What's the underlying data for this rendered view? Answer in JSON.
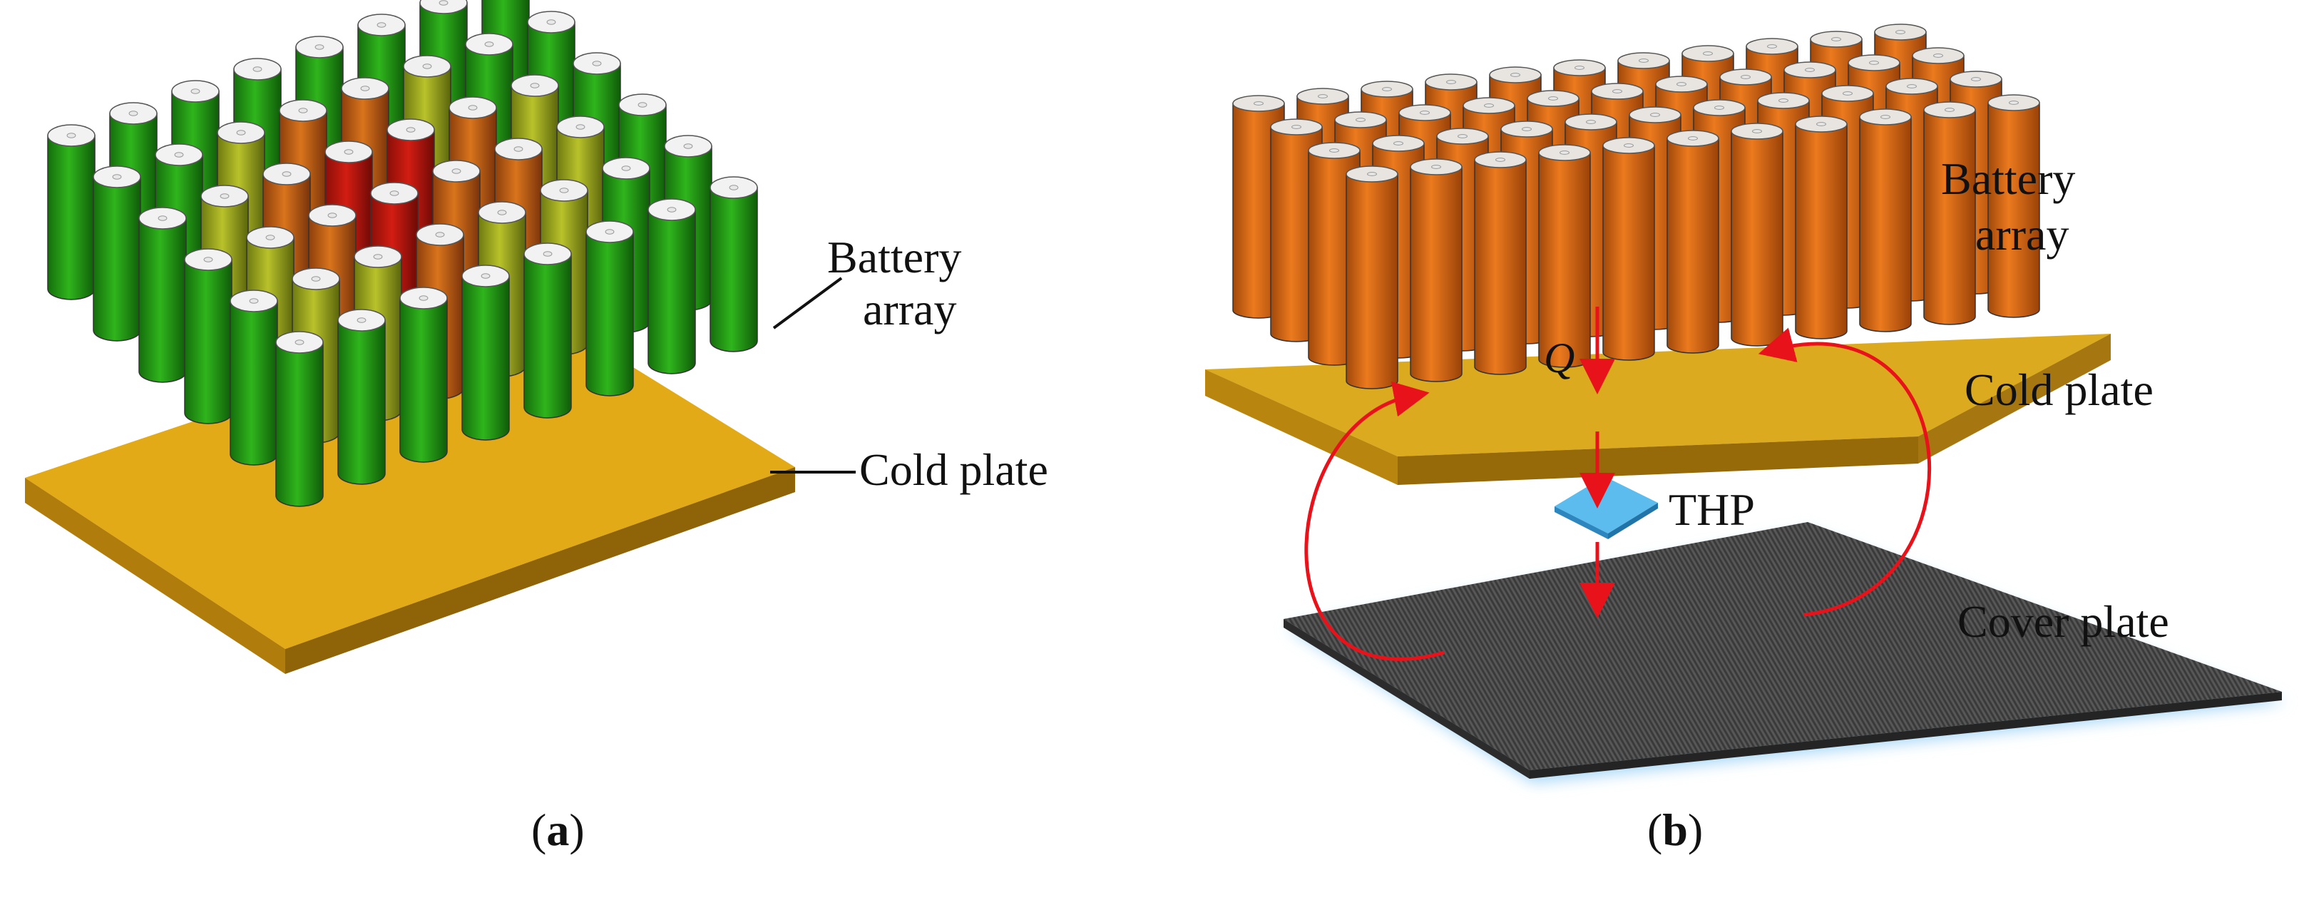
{
  "panel_a": {
    "label_battery_line1": "Battery",
    "label_battery_line2": "array",
    "label_cold_plate": "Cold plate",
    "caption_open": "(",
    "caption_letter": "a",
    "caption_close": ")",
    "temperature_colors": [
      "#1f8f14",
      "#9aa51c",
      "#c8641a",
      "#c01a10"
    ]
  },
  "panel_b": {
    "label_battery_line1": "Battery",
    "label_battery_line2": "array",
    "label_q": "Q",
    "label_cold_plate": "Cold plate",
    "label_thp": "THP",
    "label_cover_plate": "Cover plate",
    "caption_open": "(",
    "caption_letter": "b",
    "caption_close": ")",
    "cell_color": "#d9650f",
    "plate_color": "#d4a21a",
    "thp_color": "#4ab0e8",
    "arrow_color": "#e8121a"
  }
}
